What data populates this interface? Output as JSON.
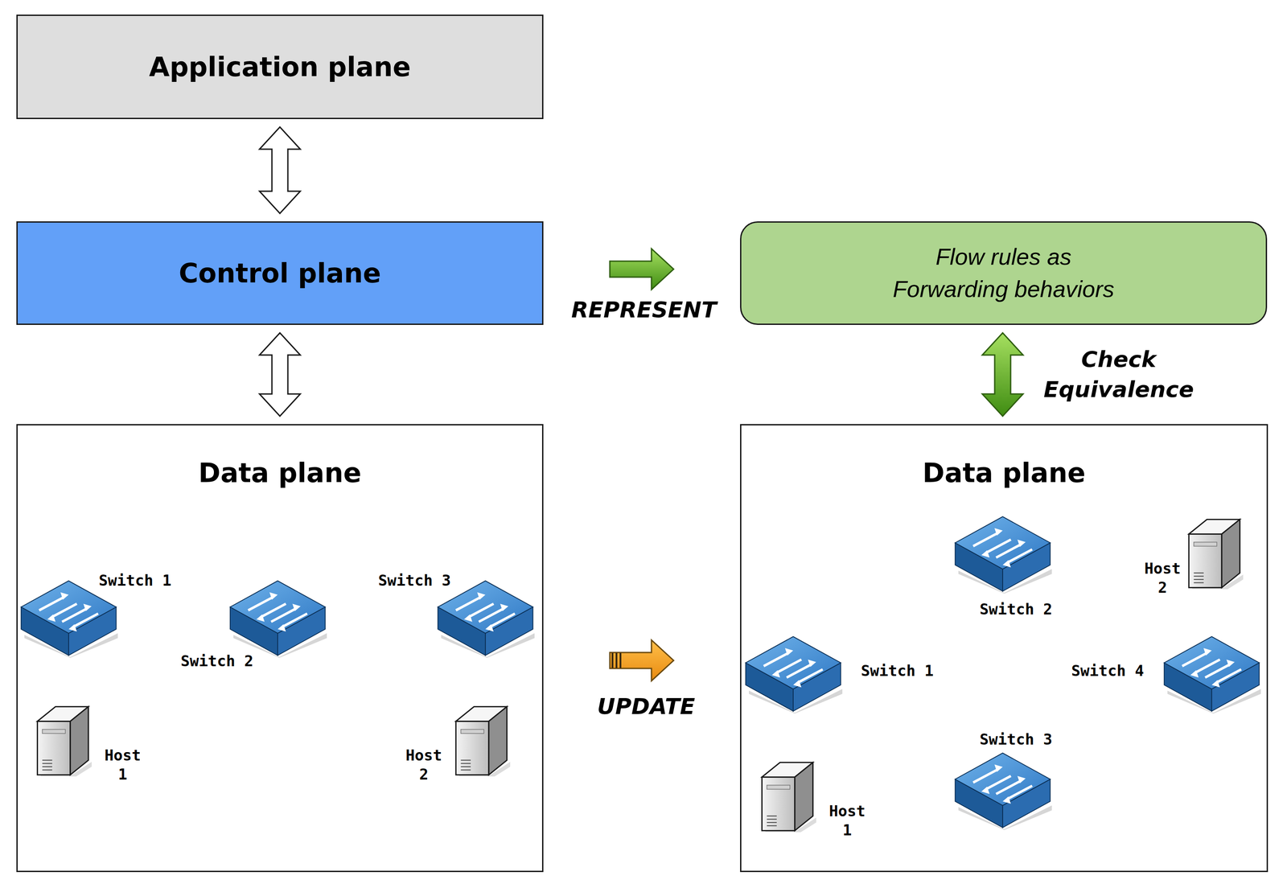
{
  "diagram": {
    "nodes": [
      {
        "text": [
          "Application plane"
        ]
      },
      {
        "text": [
          "Control plane"
        ]
      },
      {
        "text": [
          "Data plane"
        ]
      },
      {
        "text": [
          "Switch 1"
        ],
        "in": 2
      },
      {
        "text": [
          "Switch 2"
        ],
        "in": 2
      },
      {
        "text": [
          "Switch 3"
        ],
        "in": 2
      },
      {
        "text": [
          "Host 1"
        ],
        "in": 2
      },
      {
        "text": [
          "Host 2"
        ],
        "in": 2
      },
      {
        "text": [
          "Flow rules as Forwarding behaviors"
        ]
      },
      {
        "text": [
          "Data plane"
        ]
      },
      {
        "text": [
          "Switch 1"
        ],
        "in": 9
      },
      {
        "text": [
          "Switch 2"
        ],
        "in": 9
      },
      {
        "text": [
          "Switch 3"
        ],
        "in": 9
      },
      {
        "text": [
          "Switch 4"
        ],
        "in": 9
      },
      {
        "text": [
          "Host 1"
        ],
        "in": 9
      },
      {
        "text": [
          "Host 2"
        ],
        "in": 9
      }
    ],
    "edges": [
      {
        "from": 0,
        "to": 1,
        "arrow": "both"
      },
      {
        "from": 1,
        "to": 2,
        "arrow": "both"
      },
      {
        "from": 1,
        "to": 8,
        "arrow": "to",
        "label": "REPRESENT"
      },
      {
        "from": 8,
        "to": 9,
        "arrow": "both",
        "label": "Check Equivalence"
      },
      {
        "from": 2,
        "to": 9,
        "arrow": "to",
        "label": "UPDATE"
      },
      {
        "from": 6,
        "to": 3,
        "arrow": "to"
      },
      {
        "from": 3,
        "to": 4,
        "arrow": "to"
      },
      {
        "from": 4,
        "to": 5,
        "arrow": "to"
      },
      {
        "from": 5,
        "to": 7,
        "arrow": "to"
      },
      {
        "from": 14,
        "to": 10,
        "arrow": "to"
      },
      {
        "from": 10,
        "to": 11,
        "arrow": "to"
      },
      {
        "from": 10,
        "to": 12,
        "arrow": "to"
      },
      {
        "from": 11,
        "to": 13,
        "arrow": "to"
      },
      {
        "from": 12,
        "to": 13,
        "arrow": "to"
      },
      {
        "from": 13,
        "to": 15,
        "arrow": "to"
      }
    ]
  }
}
